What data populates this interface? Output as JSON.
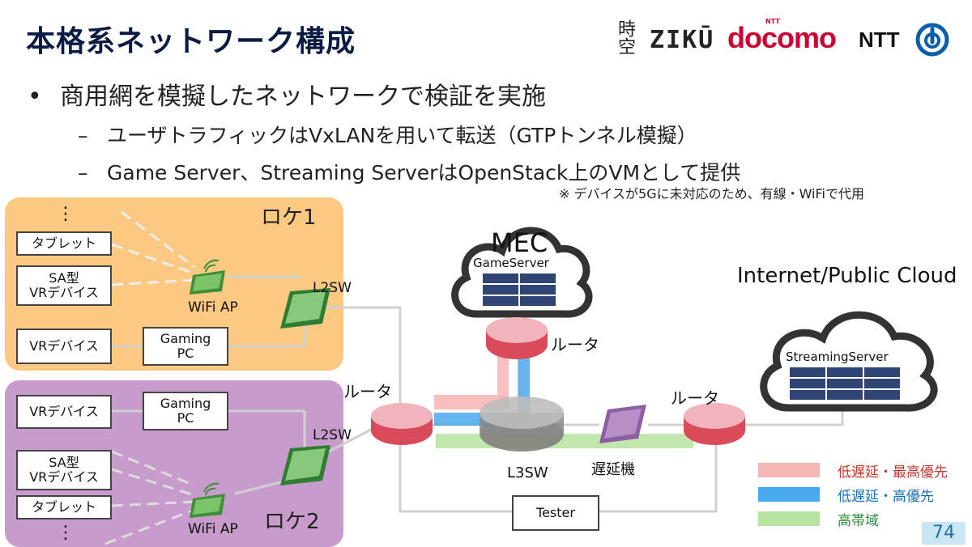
{
  "title": "本格系ネットワーク構成",
  "logos": {
    "kanji": "時空",
    "ziku": "ZIKŪ",
    "docomo": "docomo",
    "docomo_small": "NTT",
    "ntt": "NTT"
  },
  "bullets": {
    "main": "商用網を模擬したネットワークで検証を実施",
    "sub": [
      "ユーザトラフィックはVxLANを用いて転送（GTPトンネル模擬）",
      "Game Server、Streaming ServerはOpenStack上のVMとして提供"
    ],
    "bullet_symbol": "•",
    "dash_symbol": "–"
  },
  "note": "※ デバイスが5Gに未対応のため、有線・WiFiで代用",
  "loc1": {
    "name": "ロケ1",
    "ellipsis": "⋮",
    "tablet": "タブレット",
    "sa_vr": [
      "SA型",
      "VRデバイス"
    ],
    "wifi": "WiFi AP",
    "l2sw": "L2SW",
    "vr": "VRデバイス",
    "gaming": [
      "Gaming",
      "PC"
    ]
  },
  "loc2": {
    "name": "ロケ2",
    "ellipsis": "⋮",
    "vr": "VRデバイス",
    "gaming": [
      "Gaming",
      "PC"
    ],
    "l2sw": "L2SW",
    "sa_vr": [
      "SA型",
      "VRデバイス"
    ],
    "tablet": "タブレット",
    "wifi": "WiFi AP"
  },
  "core": {
    "mec": "MEC",
    "game_server": "GameServer",
    "router_mec": "ルータ",
    "router_left": "ルータ",
    "router_right": "ルータ",
    "l3sw": "L3SW",
    "delay": "遅延機",
    "tester": "Tester",
    "cloud": "Internet/Public Cloud",
    "streaming_server": "StreamingServer"
  },
  "legend": [
    {
      "label": "低遅延・最高優先",
      "color": "#f4b5b5"
    },
    {
      "label": "低遅延・高優先",
      "color": "#4aa8ee"
    },
    {
      "label": "高帯域",
      "color": "#b7e3a0"
    }
  ],
  "page_number": "74"
}
